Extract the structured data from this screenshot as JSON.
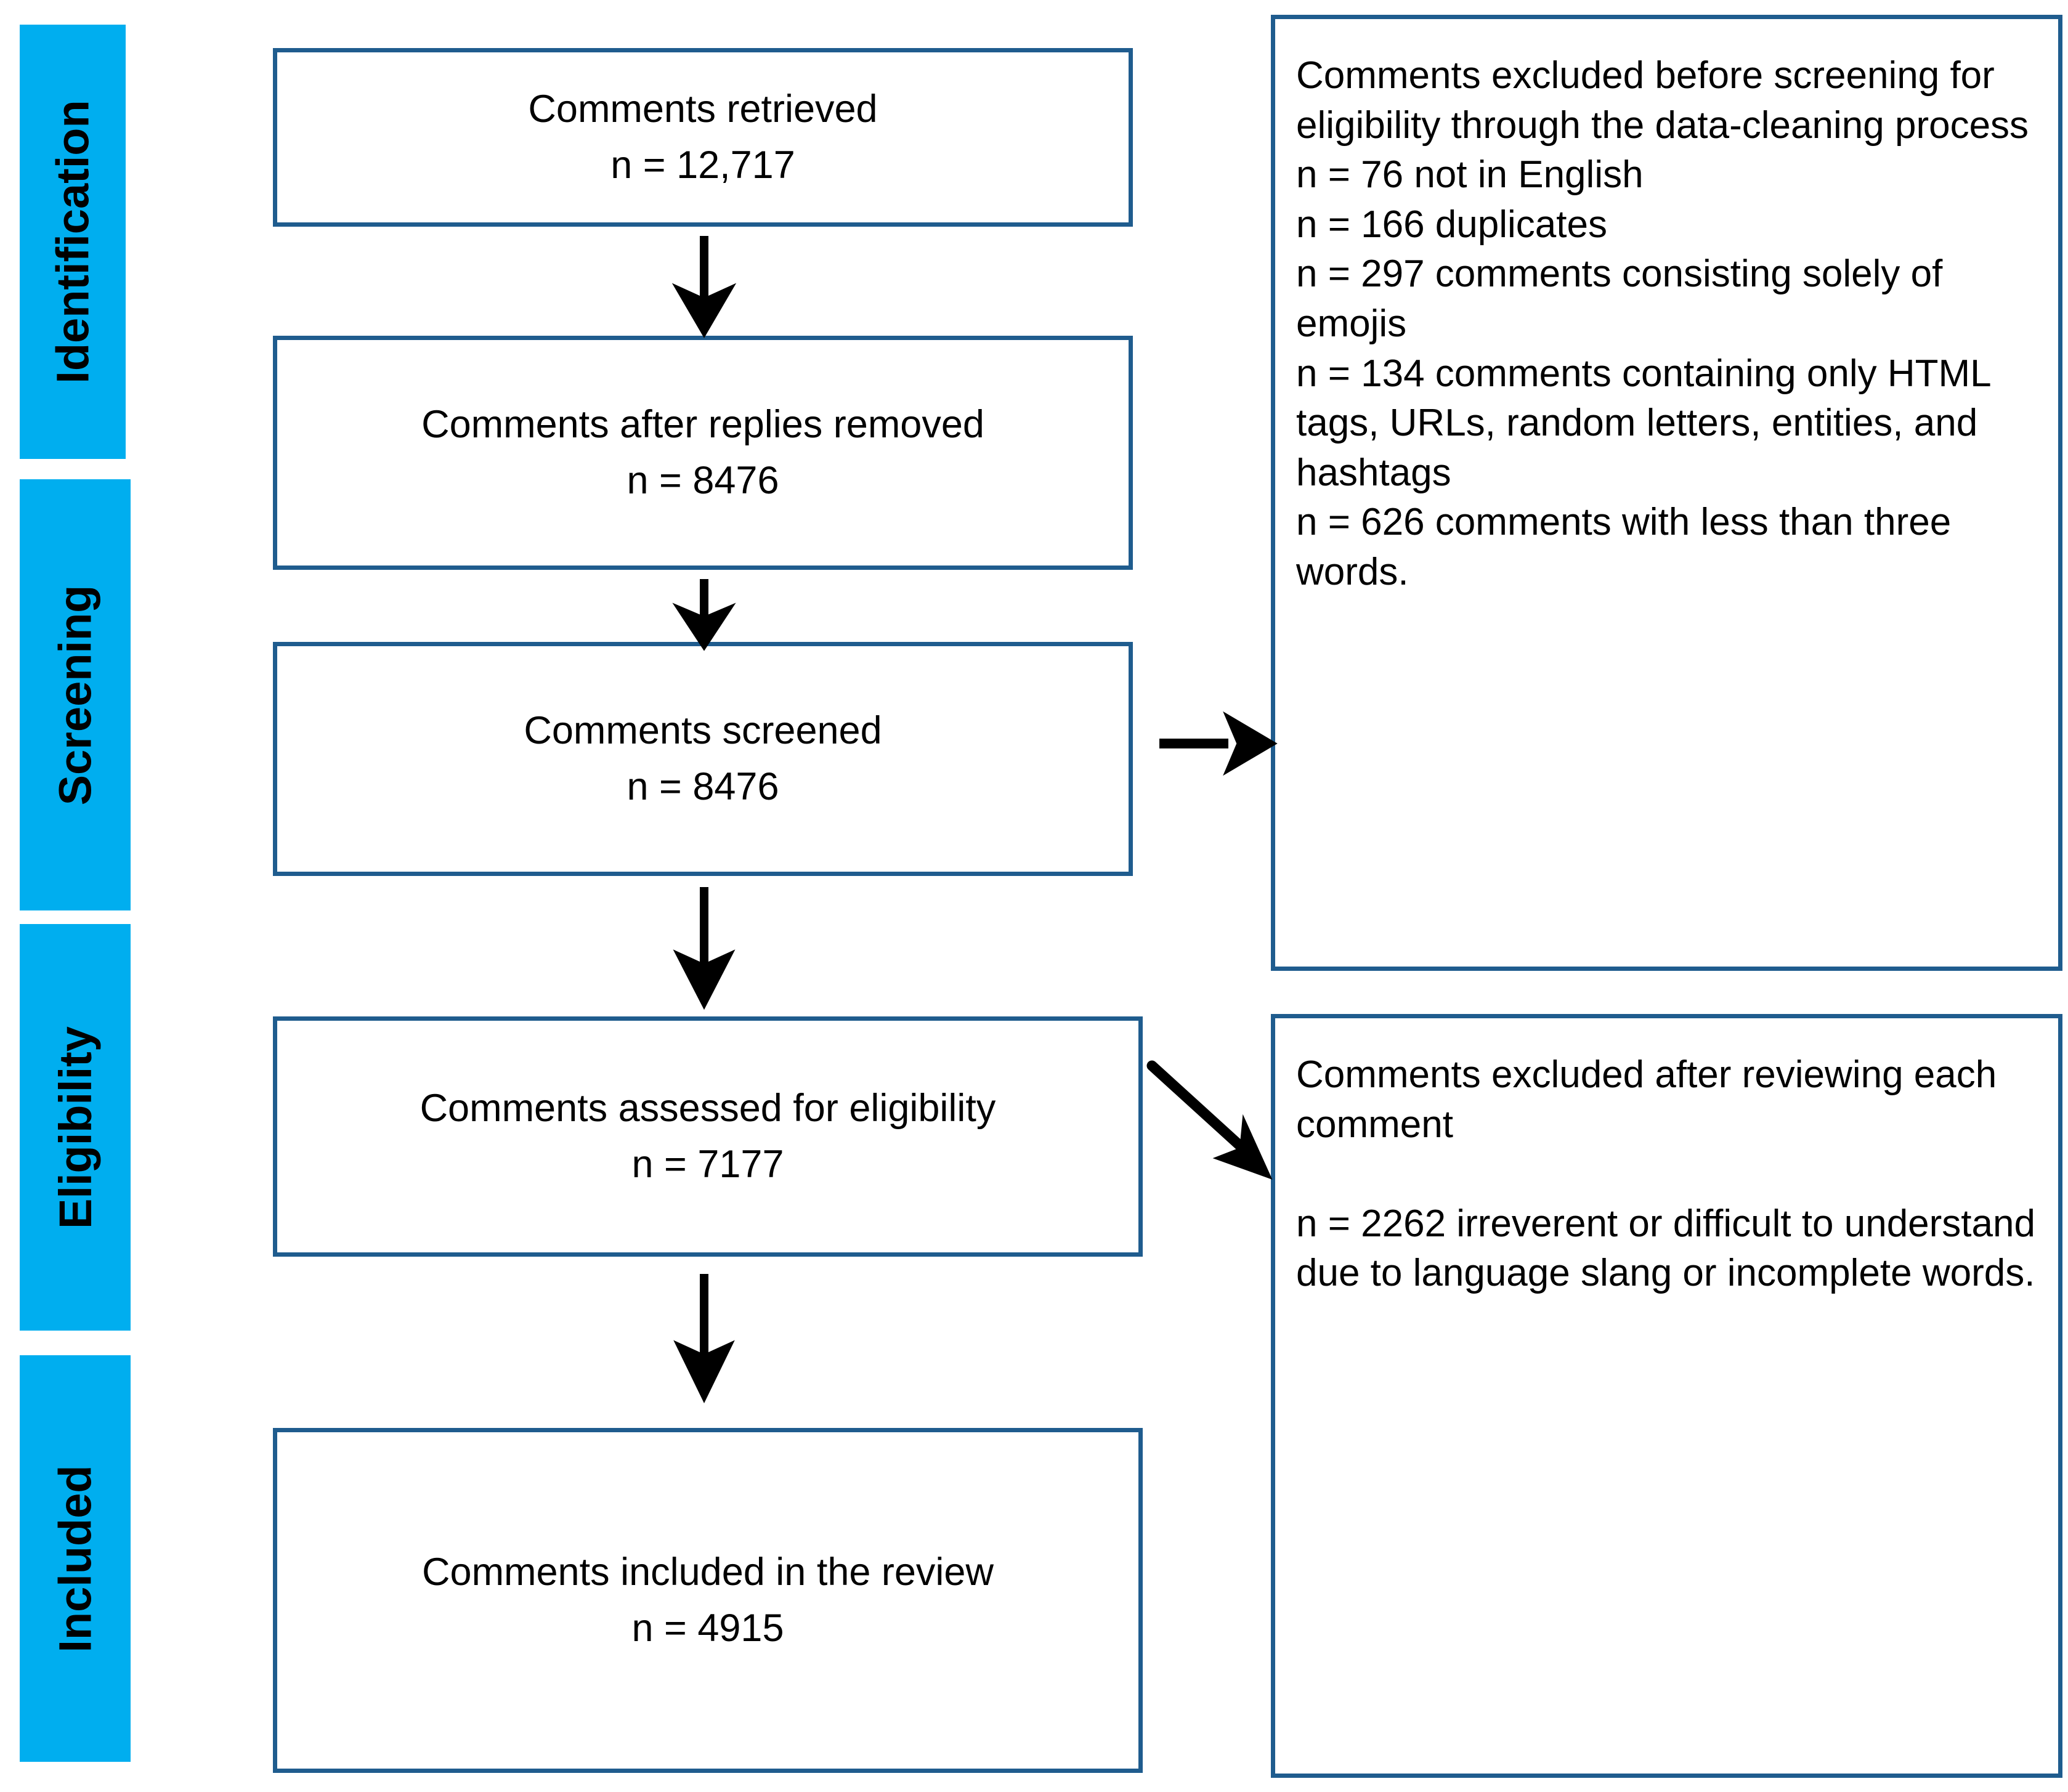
{
  "diagram": {
    "type": "prisma-flow-diagram",
    "accent_color": "#00AEEF",
    "box_border_color": "#1F5C8E",
    "arrow_color": "#000000",
    "background_color": "#FFFFFF"
  },
  "stages": [
    {
      "label": "Identification"
    },
    {
      "label": "Screening"
    },
    {
      "label": "Eligibility"
    },
    {
      "label": "Included"
    }
  ],
  "flow_boxes": [
    {
      "title": "Comments retrieved",
      "count": "n = 12,717"
    },
    {
      "title": "Comments after replies removed",
      "count": "n = 8476"
    },
    {
      "title": "Comments screened",
      "count": "n = 8476"
    },
    {
      "title": "Comments assessed for eligibility",
      "count": "n = 7177"
    },
    {
      "title": "Comments included in the review",
      "count": "n = 4915"
    }
  ],
  "exclusion_boxes": [
    {
      "heading": "Comments excluded before screening for eligibility through the data-cleaning process",
      "reasons": [
        "n = 76 not in English",
        "n = 166 duplicates",
        "n = 297 comments consisting solely of emojis",
        "n = 134 comments containing only HTML tags, URLs, random letters, entities, and hashtags",
        "n = 626 comments with less than three words."
      ]
    },
    {
      "heading": "Comments excluded after reviewing each comment",
      "reasons": [
        "n = 2262 irreverent or difficult to understand due to language slang or incomplete words."
      ]
    }
  ],
  "arrows": [
    {
      "name": "arrow-retrieved-to-replies-removed",
      "direction": "down"
    },
    {
      "name": "arrow-replies-removed-to-screened",
      "direction": "down"
    },
    {
      "name": "arrow-screened-to-excluded-before",
      "direction": "right"
    },
    {
      "name": "arrow-screened-to-assessed",
      "direction": "down"
    },
    {
      "name": "arrow-assessed-to-excluded-after",
      "direction": "down-right"
    },
    {
      "name": "arrow-assessed-to-included",
      "direction": "down"
    }
  ]
}
